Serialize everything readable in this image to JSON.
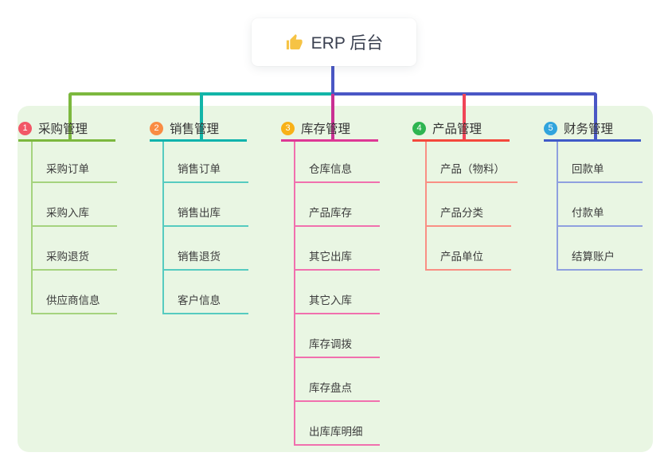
{
  "root": {
    "label": "ERP 后台",
    "icon": "thumbs-up-icon",
    "icon_color": "#f6c344"
  },
  "panel_color": "#e9f6e3",
  "connectors": {
    "root_drop_color": "#4a57c5",
    "bus_left_color": "#7cb83e",
    "bus_mid_color": "#12b5a8",
    "bus_right_color": "#4a57c5"
  },
  "branches": [
    {
      "number": "1",
      "label": "采购管理",
      "badge_color": "#f25767",
      "title_line_color": "#7cb83e",
      "child_line_color": "#a5d37e",
      "drop_color": "#7cb83e",
      "children": [
        "采购订单",
        "采购入库",
        "采购退货",
        "供应商信息"
      ]
    },
    {
      "number": "2",
      "label": "销售管理",
      "badge_color": "#f98c43",
      "title_line_color": "#0fb3ac",
      "child_line_color": "#56cbc0",
      "drop_color": "#12b5a8",
      "children": [
        "销售订单",
        "销售出库",
        "销售退货",
        "客户信息"
      ]
    },
    {
      "number": "3",
      "label": "库存管理",
      "badge_color": "#f8b117",
      "title_line_color": "#de3895",
      "child_line_color": "#f170ae",
      "drop_color": "#c93093",
      "children": [
        "仓库信息",
        "产品库存",
        "其它出库",
        "其它入库",
        "库存调拨",
        "库存盘点",
        "出库库明细"
      ]
    },
    {
      "number": "4",
      "label": "产品管理",
      "badge_color": "#2eb551",
      "title_line_color": "#f4483c",
      "child_line_color": "#f98f84",
      "drop_color": "#f04557",
      "children": [
        "产品（物料）",
        "产品分类",
        "产品单位"
      ]
    },
    {
      "number": "5",
      "label": "财务管理",
      "badge_color": "#30a4dd",
      "title_line_color": "#3f5ac8",
      "child_line_color": "#8fa0df",
      "drop_color": "#4a57c5",
      "children": [
        "回款单",
        "付款单",
        "结算账户"
      ]
    }
  ]
}
